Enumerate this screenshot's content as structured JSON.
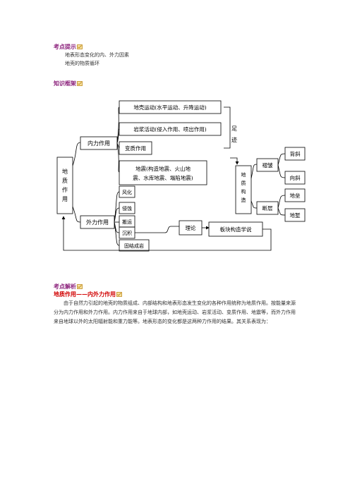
{
  "section1": {
    "title": "考点提示",
    "items": [
      "地表形态变化的内、外力因素",
      "地壳的物质循环"
    ]
  },
  "section2": {
    "title": "知识框架"
  },
  "diagram": {
    "root": "地质作用",
    "internal": {
      "label": "内力作用",
      "items": [
        "地壳运动(水平运动、升降运动)",
        "岩浆活动(侵入作用、喷出作用)",
        "变质作用"
      ],
      "earthquake_line1": "地震(构造地震、火山地",
      "earthquake_line2": "震、水库地震、塌陷地震)"
    },
    "external": {
      "label": "外力作用",
      "items": [
        "风化",
        "侵蚀",
        "搬运",
        "沉积",
        "固结成岩"
      ]
    },
    "result_label": "足迹",
    "structure": "地质构造",
    "fold": {
      "label": "褶皱",
      "children": [
        "背斜",
        "向斜"
      ]
    },
    "fault": {
      "label": "断层",
      "children": [
        "地垒",
        "地堑"
      ]
    },
    "theory_label": "理论",
    "theory": "板块构造学说"
  },
  "section3": {
    "title": "考点解析"
  },
  "section4": {
    "title": "地质作用——内外力作用",
    "paragraph": "由于自然力引起的地壳的物质组成、内部结构和地表形态发生变化的各种作用统称为地质作用。按能量来源分为内力作用和外力作用。内力作用来自于地球内部，如地壳运动、岩浆活动、变质作用、地震等，而外力作用来自地球以外的太阳辐射能和重力能等。地表形态的变化都是这两种力作用的结果。其关系表现为："
  },
  "colors": {
    "heading": "#8a1f7a",
    "heading_red": "#d10000",
    "icon": "#c08a1c"
  }
}
